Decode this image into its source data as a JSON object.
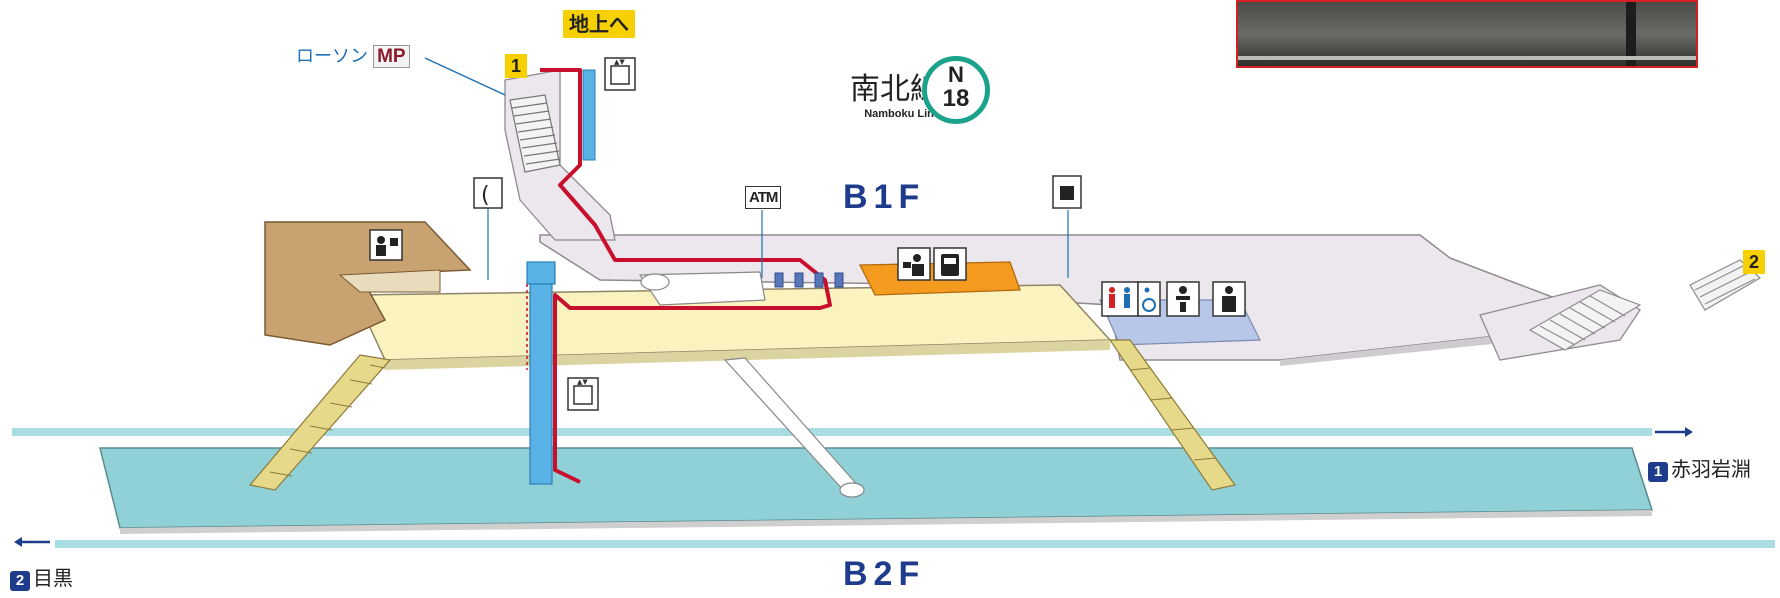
{
  "floors": {
    "upper": "B1F",
    "lower": "B2F"
  },
  "line": {
    "name_ja": "南北線",
    "name_en": "Namboku Line",
    "station_letter": "N",
    "station_number": "18",
    "color": "#1aa38a"
  },
  "exits": {
    "exit1": "1",
    "exit2": "2",
    "to_ground": "地上へ"
  },
  "shop": {
    "name": "ローソン",
    "brand": "MP"
  },
  "atm_label": "ATM",
  "directions": {
    "right": {
      "number": "1",
      "destination": "赤羽岩淵",
      "arrow": "→"
    },
    "left": {
      "number": "2",
      "destination": "目黒",
      "arrow": "←"
    }
  },
  "colors": {
    "concourse": "#fbf3bf",
    "platform": "#8fd1d6",
    "track": "#a8dde2",
    "route": "#c8102e",
    "elevator": "#58b2e6",
    "ticket_area": "#f39a1f",
    "exit_area": "#ece7ec",
    "floor_text": "#1f3c8c"
  },
  "icons": [
    "payphone-icon",
    "elevator-icon",
    "station-office-icon",
    "ticket-machine-icon",
    "coin-locker-icon",
    "restroom-icon",
    "wheelchair-icon",
    "baby-room-icon",
    "nursing-room-icon",
    "escalator-icon",
    "stairs-icon"
  ]
}
